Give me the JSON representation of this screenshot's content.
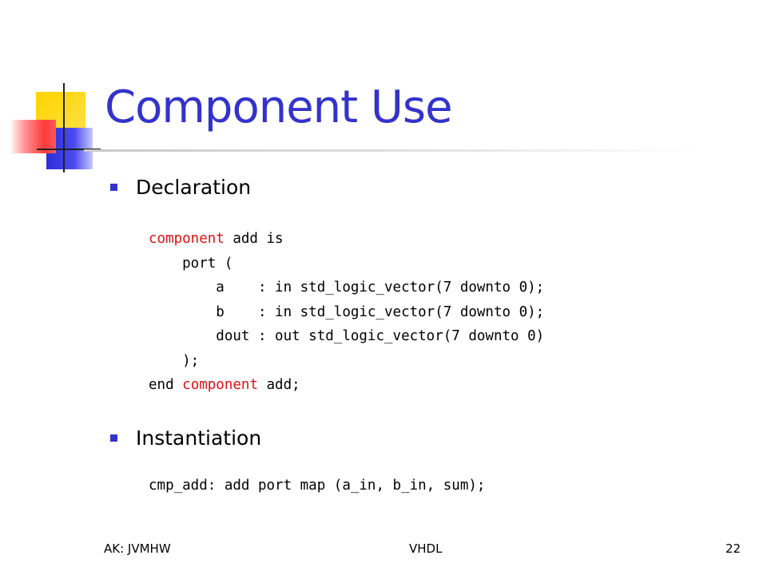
{
  "slide": {
    "title": "Component Use",
    "bullets": [
      {
        "label": "Declaration"
      },
      {
        "label": "Instantiation"
      }
    ],
    "declaration_code": [
      [
        {
          "t": "component",
          "kw": true
        },
        {
          "t": " add is"
        }
      ],
      [
        {
          "t": "    port ("
        }
      ],
      [
        {
          "t": "        a    : in std_logic_vector(7 downto 0);"
        }
      ],
      [
        {
          "t": "        b    : in std_logic_vector(7 downto 0);"
        }
      ],
      [
        {
          "t": "        dout : out std_logic_vector(7 downto 0)"
        }
      ],
      [
        {
          "t": "    );"
        }
      ],
      [
        {
          "t": "end "
        },
        {
          "t": "component",
          "kw": true
        },
        {
          "t": " add;"
        }
      ]
    ],
    "instantiation_code": "cmp_add: add port map (a_in, b_in, sum);",
    "footer": {
      "left": "AK: JVMHW",
      "center": "VHDL",
      "page_number": "22"
    },
    "colors": {
      "title": "#3333cc",
      "bullet": "#3333cc",
      "keyword": "#e01010"
    }
  }
}
